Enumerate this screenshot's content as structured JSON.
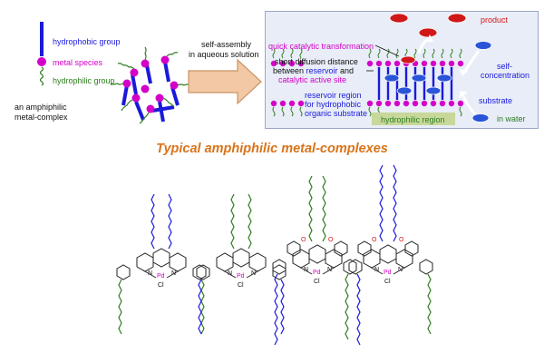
{
  "legend": {
    "hydrophobic": "hydrophobic group",
    "metal": "metal species",
    "hydrophilic": "hydrophilic group",
    "complex_line1": "an amphiphilic",
    "complex_line2": "metal-complex"
  },
  "arrow": {
    "line1": "self-assembly",
    "line2": "in aqueous solution"
  },
  "panel": {
    "quick": "quick catalytic transformation",
    "short_line1": "short diffusion distance",
    "short_between": "between ",
    "short_reservoir": "reservoir",
    "short_and": " and",
    "short_line3": "catalytic active site",
    "reservoir_line1": "reservoir region",
    "reservoir_line2": "for hydrophobic",
    "reservoir_line3": "organic substrate",
    "hydrophilic_region": "hydrophilic region",
    "product": "product",
    "self_line1": "self-",
    "self_line2": "concentration",
    "substrate": "substrate",
    "in_water": "in water"
  },
  "section_title": "Typical amphiphilic metal-complexes",
  "atoms": {
    "N": "N",
    "Pd": "Pd",
    "Cl": "Cl",
    "O": "O"
  },
  "colors": {
    "hydrophobic": "#1a1adb",
    "metal": "#d400c8",
    "hydrophilic": "#2e7d1e",
    "product": "#d01818",
    "title": "#d9731a",
    "panel_bg": "#e8edf7"
  }
}
